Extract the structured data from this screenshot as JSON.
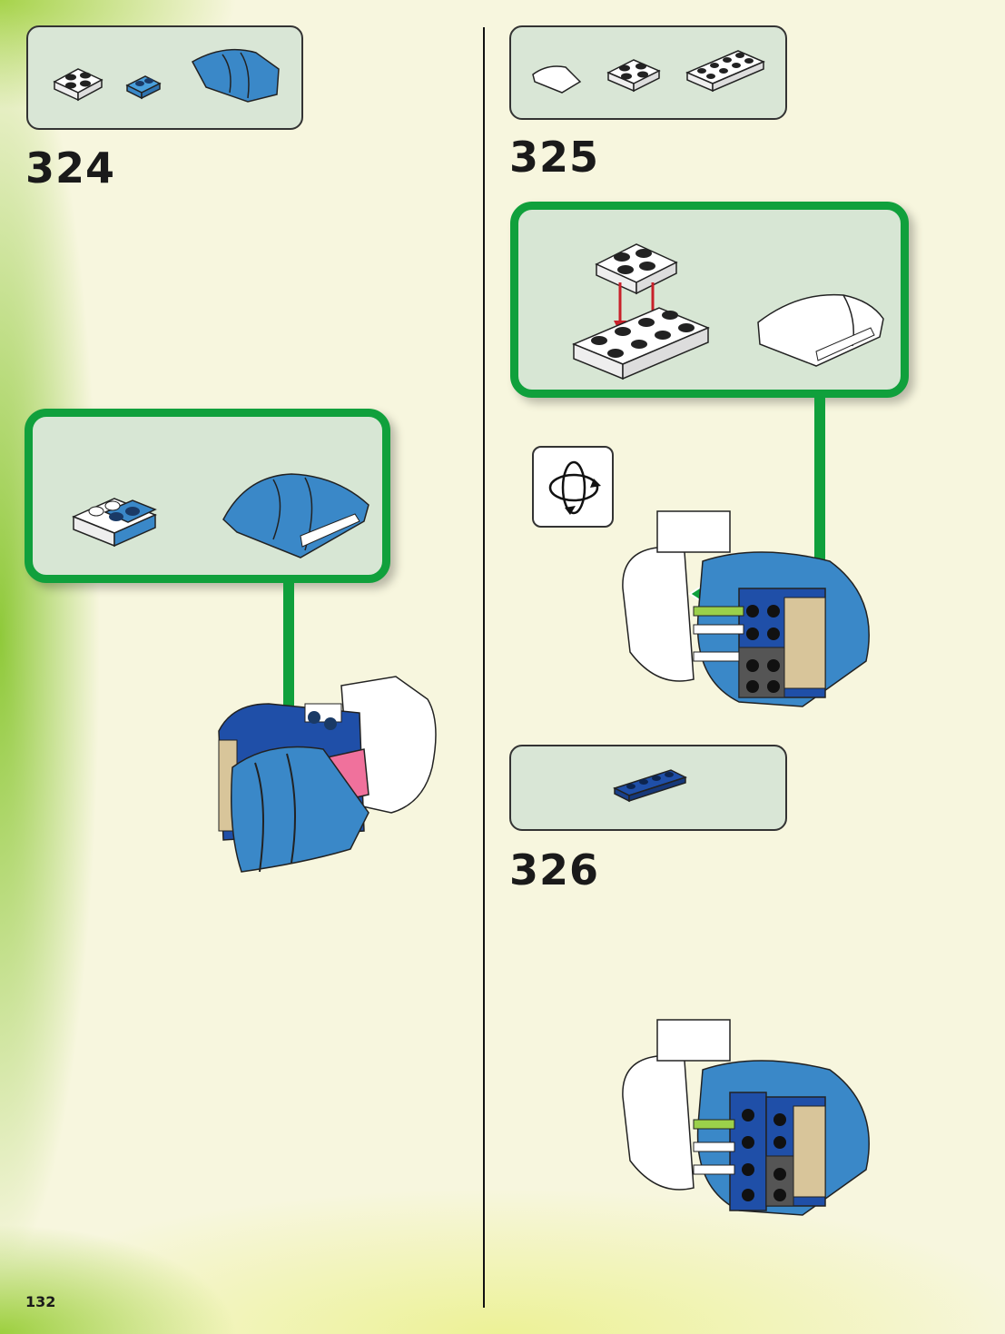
{
  "page": {
    "number": "132"
  },
  "steps": [
    {
      "number": "324",
      "parts": [
        "white-2x2-plate",
        "blue-1x2-plate",
        "blue-curved-slope"
      ]
    },
    {
      "number": "325",
      "parts": [
        "white-curved-tile",
        "white-2x2-plate",
        "white-2x4-plate"
      ]
    },
    {
      "number": "326",
      "parts": [
        "blue-1x4-plate"
      ]
    }
  ],
  "colors": {
    "callout_green": "#10a03c",
    "parts_box_bg": "#d9e6d6",
    "lego_blue": "#3a88c8",
    "dark_blue": "#1f4fa8",
    "white_brick": "#ffffff",
    "tan": "#d8c59a",
    "lime": "#9bd04a",
    "pink": "#f0719c",
    "red_arrow": "#c8202a"
  }
}
